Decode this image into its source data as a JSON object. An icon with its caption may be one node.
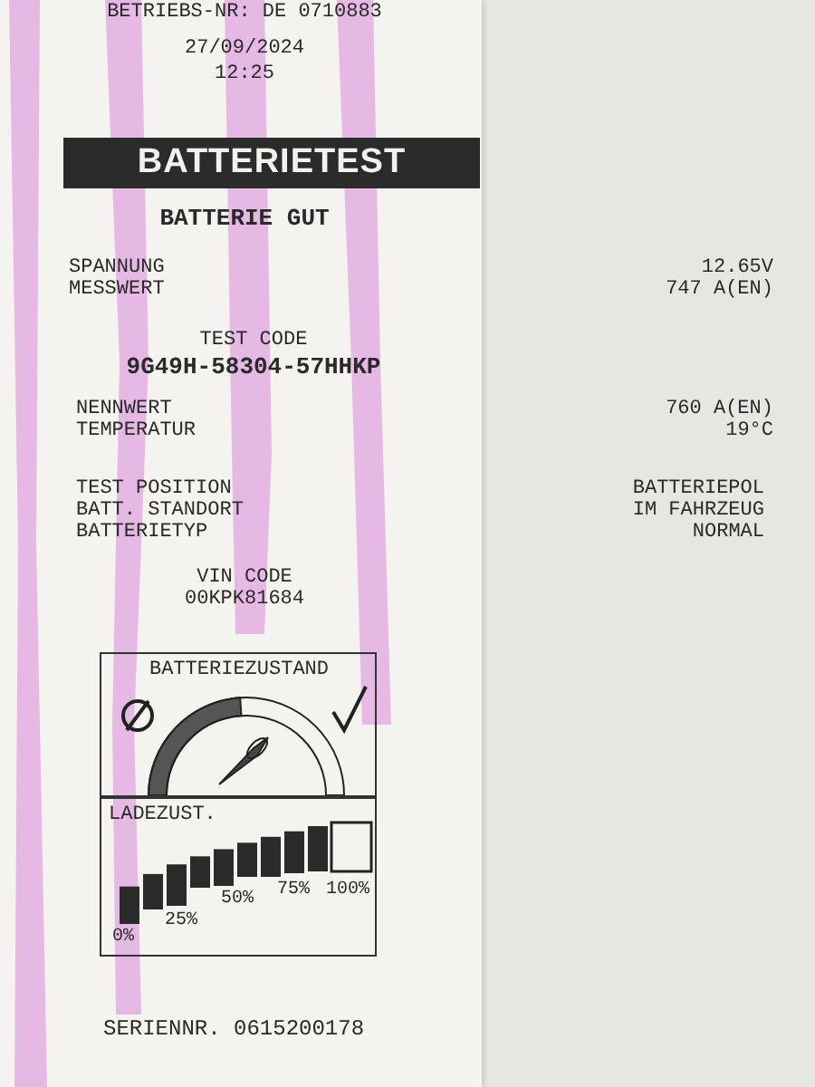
{
  "diagram": {
    "nodes": [
      {
        "text": [
          "BATTERIETEST"
        ]
      },
      {
        "text": [
          "BATTERIEZUSTAND"
        ]
      },
      {
        "text": [
          "LADEZUST.",
          "0%",
          "25%",
          "50%",
          "75%",
          "100%"
        ]
      }
    ],
    "labels": [
      "BETRIEBS-NR: DE 0710883",
      "27/09/2024",
      "12:25",
      "BATTERIE GUT",
      "SPANNUNG",
      "12.65V",
      "MESSWERT",
      "747 A(EN)",
      "TEST CODE",
      "9G49H-58304-57HHKP",
      "NENNWERT",
      "760 A(EN)",
      "TEMPERATUR",
      "19°C",
      "TEST POSITION",
      "BATTERIEPOL",
      "BATT. STANDORT",
      "IM FAHRZEUG",
      "BATTERIETYP",
      "NORMAL",
      "VIN CODE",
      "00KPK81684",
      "SERIENNR. 0615200178"
    ]
  }
}
